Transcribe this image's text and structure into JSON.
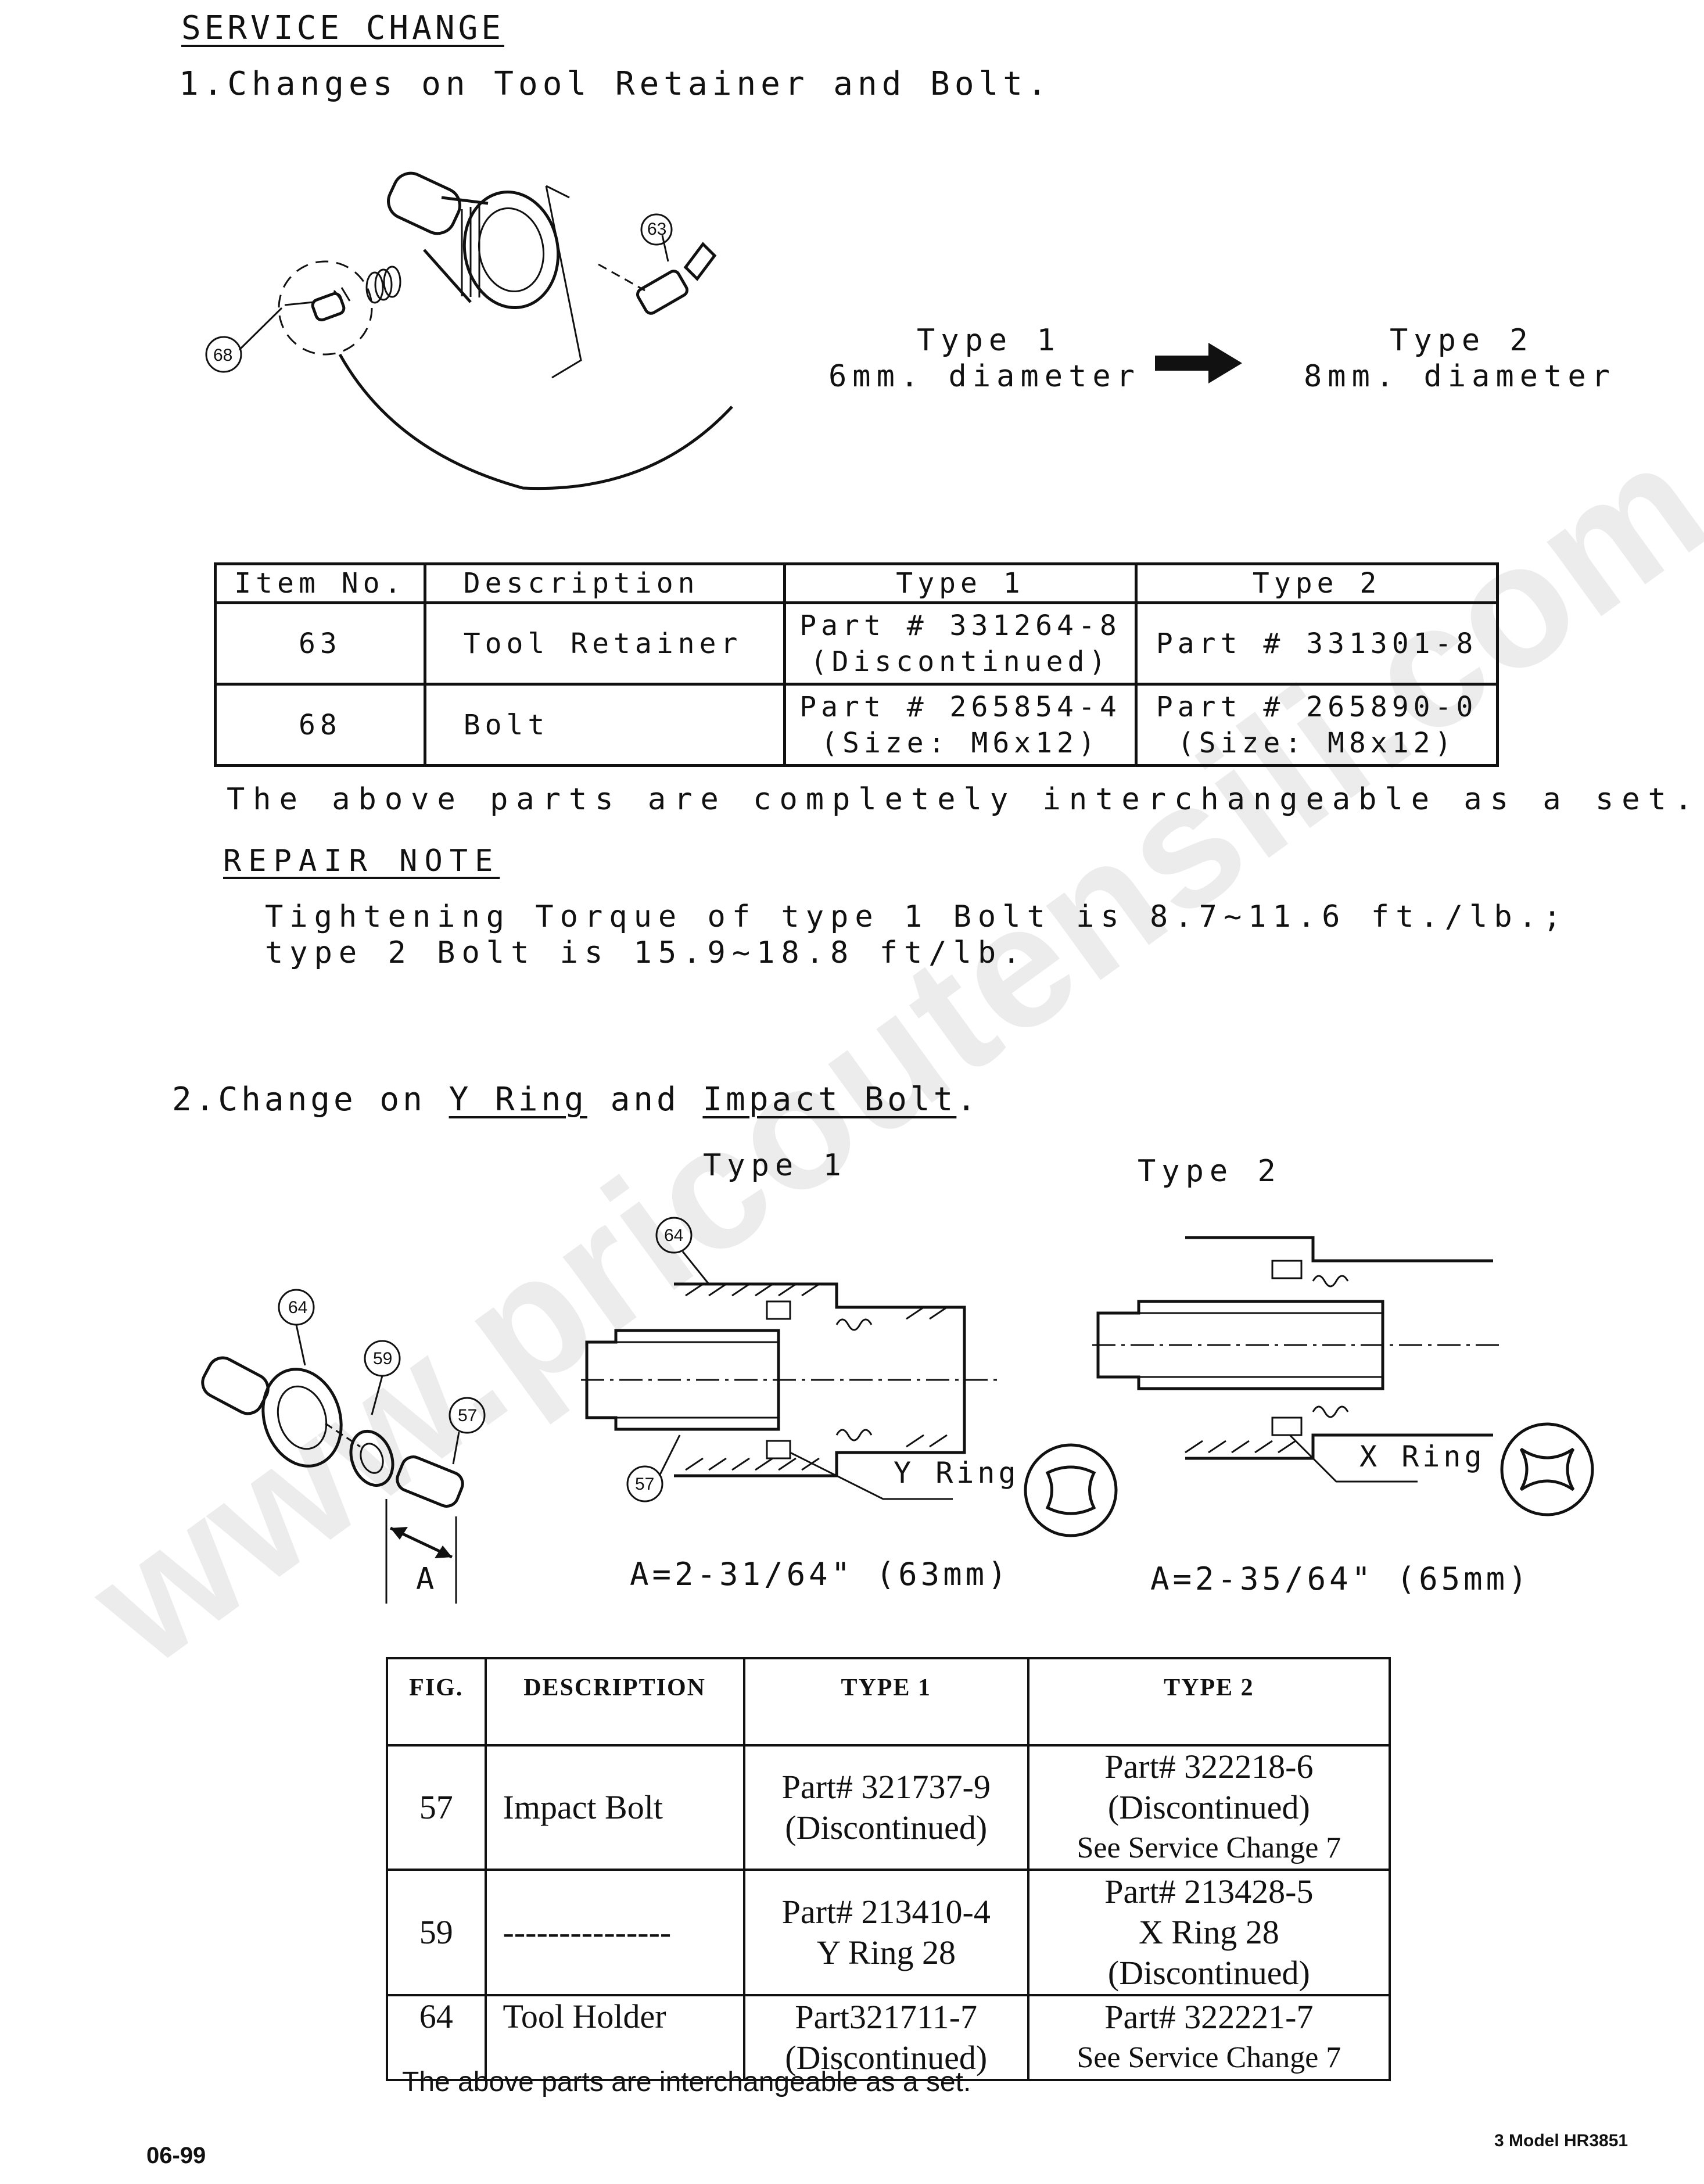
{
  "header": {
    "title": "SERVICE CHANGE",
    "section1_title": "1.Changes on Tool Retainer and Bolt."
  },
  "section1": {
    "callouts": {
      "c63": "63",
      "c68": "68"
    },
    "type1_label": "Type 1",
    "type1_size": "6mm. diameter",
    "type2_label": "Type 2",
    "type2_size": "8mm. diameter",
    "table": {
      "headers": [
        "Item No.",
        "Description",
        "Type 1",
        "Type 2"
      ],
      "rows": [
        {
          "item": "63",
          "desc": "Tool Retainer",
          "t1a": "Part # 331264-8",
          "t1b": "(Discontinued)",
          "t2a": "Part # 331301-8",
          "t2b": ""
        },
        {
          "item": "68",
          "desc": "Bolt",
          "t1a": "Part # 265854-4",
          "t1b": "(Size: M6x12)",
          "t2a": "Part # 265890-0",
          "t2b": "(Size: M8x12)"
        }
      ]
    },
    "interchange_note": "The above parts are completely interchangeable as a set.",
    "repair_note_title": "REPAIR NOTE",
    "repair_note_line1": "Tightening Torque of type 1 Bolt is 8.7~11.6 ft./lb.;",
    "repair_note_line2": "type 2 Bolt is 15.9~18.8 ft/lb."
  },
  "section2": {
    "title_prefix": "2.Change on ",
    "title_part1": "Y Ring",
    "title_mid": " and ",
    "title_part2": "Impact Bolt",
    "title_suffix": ".",
    "type1_label": "Type 1",
    "type2_label": "Type 2",
    "callouts": {
      "c64a": "64",
      "c59": "59",
      "c57a": "57",
      "c64b": "64",
      "c57b": "57"
    },
    "dim_letter": "A",
    "y_ring_label": "Y Ring",
    "x_ring_label": "X Ring",
    "type1_dim": "A=2-31/64\" (63mm)",
    "type2_dim": "A=2-35/64\" (65mm)",
    "table": {
      "headers": [
        "FIG.",
        "DESCRIPTION",
        "TYPE 1",
        "TYPE 2"
      ],
      "rows": [
        {
          "fig": "57",
          "desc": "Impact Bolt",
          "t1a": "Part# 321737-9",
          "t1b": "(Discontinued)",
          "t2a": "Part# 322218-6",
          "t2b": "(Discontinued)",
          "t2c": "See Service Change 7"
        },
        {
          "fig": "59",
          "desc": "---------------",
          "t1a": "Part# 213410-4",
          "t1b": "Y Ring 28",
          "t2a": "Part# 213428-5",
          "t2b": "X Ring 28",
          "t2c": "(Discontinued)"
        },
        {
          "fig": "64",
          "desc": "Tool Holder",
          "t1a": "Part321711-7",
          "t1b": "(Discontinued)",
          "t2a": "Part# 322221-7",
          "t2b": "See Service Change 7",
          "t2c": ""
        }
      ]
    },
    "interchange_note": "The above parts are interchangeable as a set."
  },
  "footer": {
    "date": "06-99",
    "page_model": "3 Model HR3851"
  },
  "watermark": "www.pricoutensili.com"
}
